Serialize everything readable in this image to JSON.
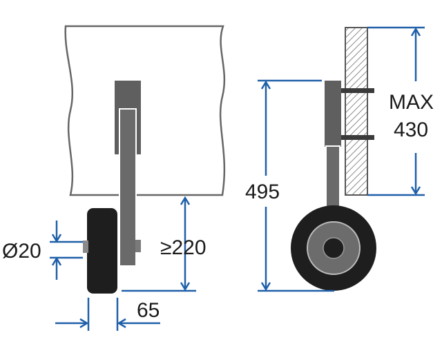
{
  "dimensions": {
    "shaft_diameter": "Ø20",
    "clearance": "≥220",
    "wheel_width": "65",
    "overall_height": "495",
    "max_label": "MAX",
    "max_value": "430"
  },
  "colors": {
    "dimension_line": "#1f5fa8",
    "outline": "#555555",
    "bracket_gray": "#5f5f5f",
    "tire_black": "#1e1e1e",
    "hub_gray": "#6c6c6c",
    "text": "#1a1a1a"
  }
}
